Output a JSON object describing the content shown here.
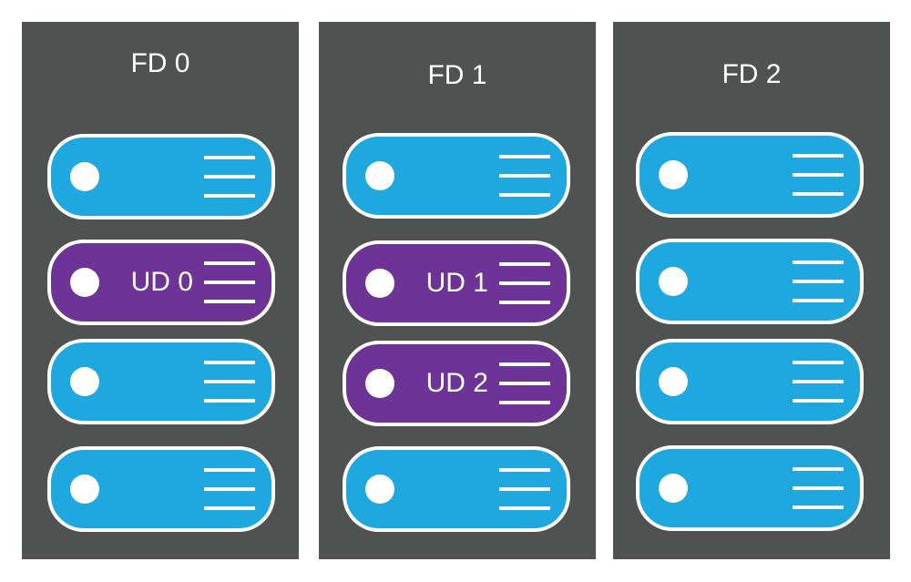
{
  "colors": {
    "rack_background": "#505252",
    "page_background": "#ffffff",
    "server_default": "#1ea8df",
    "server_update_domain": "#6e3396",
    "outline": "#ffffff"
  },
  "fault_domains": [
    {
      "label": "FD 0",
      "servers": [
        {
          "kind": "default",
          "label": ""
        },
        {
          "kind": "update_domain",
          "label": "UD 0"
        },
        {
          "kind": "default",
          "label": ""
        },
        {
          "kind": "default",
          "label": ""
        }
      ]
    },
    {
      "label": "FD 1",
      "servers": [
        {
          "kind": "default",
          "label": ""
        },
        {
          "kind": "update_domain",
          "label": "UD 1"
        },
        {
          "kind": "update_domain",
          "label": "UD 2"
        },
        {
          "kind": "default",
          "label": ""
        }
      ]
    },
    {
      "label": "FD 2",
      "servers": [
        {
          "kind": "default",
          "label": ""
        },
        {
          "kind": "default",
          "label": ""
        },
        {
          "kind": "default",
          "label": ""
        },
        {
          "kind": "default",
          "label": ""
        }
      ]
    }
  ],
  "icons": {
    "status_light": "led-icon",
    "vent_lines": "vent-lines-icon"
  }
}
